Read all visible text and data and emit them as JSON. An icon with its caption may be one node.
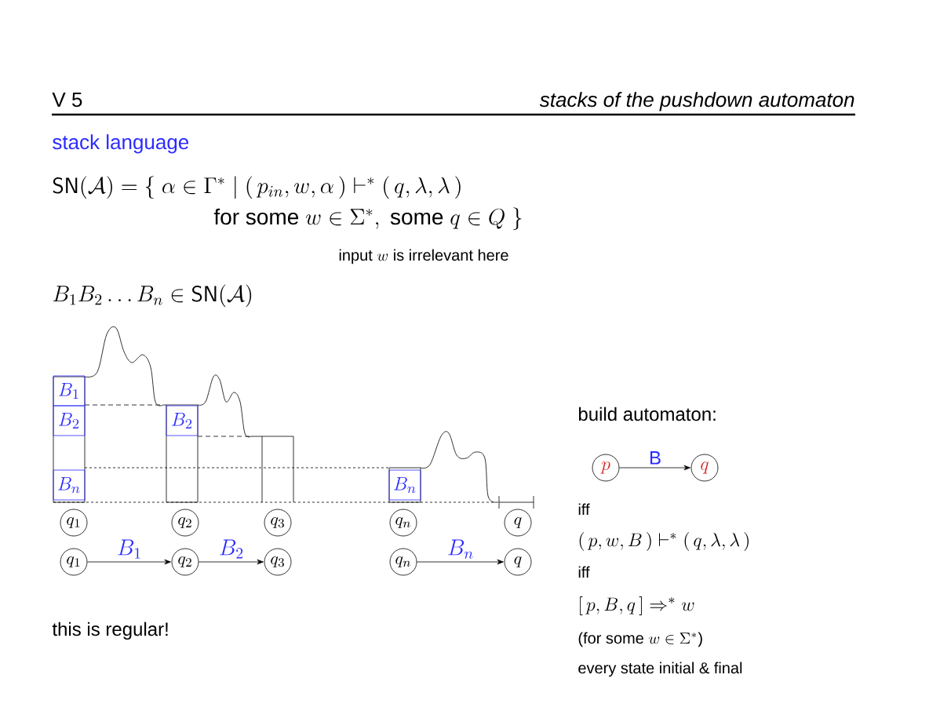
{
  "diagram": {
    "title": "stacks of the pushdown automaton",
    "nodes": [
      {
        "text": [
          "B_1"
        ]
      },
      {
        "text": [
          "B_2"
        ]
      },
      {
        "text": [
          "B_n"
        ]
      },
      {
        "text": [
          "B_2"
        ]
      },
      {
        "text": [
          "B_n"
        ]
      },
      {
        "text": [
          "q_1"
        ]
      },
      {
        "text": [
          "q_2"
        ]
      },
      {
        "text": [
          "q_3"
        ]
      },
      {
        "text": [
          "q_n"
        ]
      },
      {
        "text": [
          "q"
        ]
      },
      {
        "text": [
          "q_1"
        ]
      },
      {
        "text": [
          "q_2"
        ]
      },
      {
        "text": [
          "q_3"
        ]
      },
      {
        "text": [
          "q_n"
        ]
      },
      {
        "text": [
          "q"
        ]
      },
      {
        "text": [
          "p"
        ]
      },
      {
        "text": [
          "q"
        ]
      }
    ],
    "edges": [
      {
        "from": 10,
        "to": 11,
        "arrow": "to",
        "label": "B_1"
      },
      {
        "from": 11,
        "to": 12,
        "arrow": "to",
        "label": "B_2"
      },
      {
        "from": 13,
        "to": 14,
        "arrow": "to",
        "label": "B_n"
      },
      {
        "from": 15,
        "to": 16,
        "arrow": "to",
        "label": "B"
      }
    ],
    "labels": [
      "V 5",
      "stack language",
      "\\mathsf{SN}(\\mathcal{A}) = \\{\\ \\alpha \\in \\Gamma^* \\mid (\\,p_{in}, w, \\alpha\\,) \\vdash^* (\\,q, \\lambda, \\lambda\\,)",
      "\\text{for some } w \\in \\Sigma^*,\\ \\text{some } q \\in Q\\ \\}",
      "\\text{input } w \\text{ is irrelevant here}",
      "B_1 B_2 \\ldots B_n \\in \\mathsf{SN}(\\mathcal{A})",
      "this is regular!",
      "build automaton:",
      "iff",
      "(\\,p, w, B\\,) \\vdash^* (\\,q, \\lambda, \\lambda\\,)",
      "iff",
      "[\\,p, B, q\\,] \\Rightarrow^* w",
      "\\text{(for some } w \\in \\Sigma^*\\text{)}",
      "every state initial & final"
    ]
  }
}
